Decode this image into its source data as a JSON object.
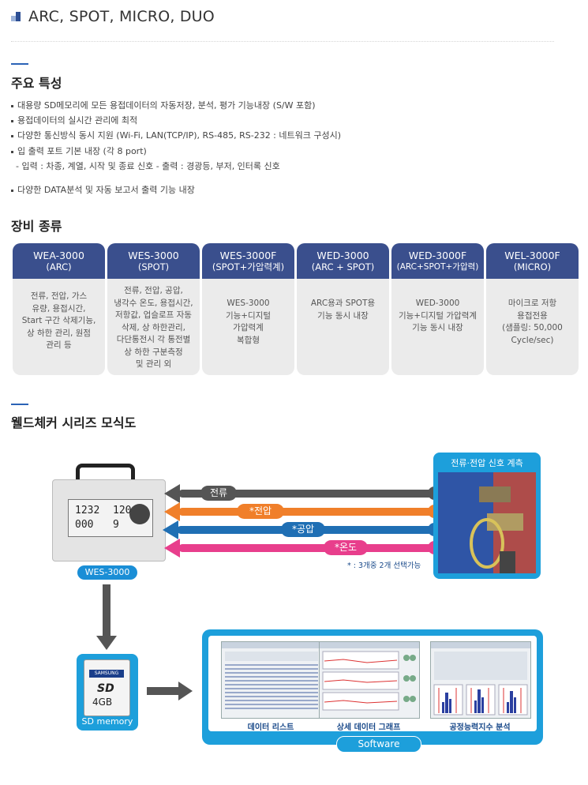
{
  "header": {
    "title": "ARC, SPOT, MICRO, DUO"
  },
  "features": {
    "title": "주요 특성",
    "items": [
      "대용량 SD메모리에 모든 용접데이터의 자동저장, 분석, 평가 기능내장 (S/W 포함)",
      "용접데이터의 실시간 관리에 최적",
      "다양한 통신방식 동시 지원 (Wi-Fi, LAN(TCP/IP), RS-485, RS-232 : 네트워크 구성시)",
      "입 출력 포트 기본 내장 (각 8 port)"
    ],
    "io_detail": "- 입력 : 차종, 계열, 시작 및 종료 신호 - 출력 : 경광등, 부저, 인터록 신호",
    "last_item": "다양한 DATA분석 및 자동 보고서 출력 기능 내장"
  },
  "equipment": {
    "title": "장비 종류",
    "cards": [
      {
        "model": "WEA-3000",
        "type": "(ARC)",
        "desc": "전류, 전압, 가스\n유량, 용접시간,\nStart 구간 삭제기능,\n상 하한 관리, 원점\n관리 등"
      },
      {
        "model": "WES-3000",
        "type": "(SPOT)",
        "desc": "전류, 전압, 공압,\n냉각수 온도, 용접시간,\n저항값, 업슬로프 자동\n삭제, 상 하한관리,\n다단통전시 각 통전별\n상 하한 구분측정\n및 관리 외"
      },
      {
        "model": "WES-3000F",
        "type": "(SPOT+가압력계)",
        "desc": "WES-3000\n기능+디지털\n가압력계\n복합형"
      },
      {
        "model": "WED-3000",
        "type": "(ARC + SPOT)",
        "desc": "ARC용과 SPOT용\n기능 동시 내장"
      },
      {
        "model": "WED-3000F",
        "type": "(ARC+SPOT+가압력)",
        "desc": "WED-3000\n기능+디지털 가압력계\n기능 동시 내장"
      },
      {
        "model": "WEL-3000F",
        "type": "(MICRO)",
        "desc": "마이크로 저항\n용접전용\n(샘플링: 50,000\nCycle/sec)"
      }
    ]
  },
  "diagram": {
    "title": "웰드체커 시리즈 모식도",
    "device_label": "WES-3000",
    "device_screen": {
      "line1": "1232",
      "line2": "120",
      "line3": "000",
      "line4": "9"
    },
    "signals": [
      {
        "label": "전류",
        "color": "#555555"
      },
      {
        "label": "*전압",
        "color": "#f07f2a"
      },
      {
        "label": "*공압",
        "color": "#1f6fb4"
      },
      {
        "label": "*온도",
        "color": "#e83e8c"
      }
    ],
    "photo_title": "전류·전압 신호 계측",
    "note": "* : 3개중 2개 선택가능",
    "sd_label": "SD memory",
    "sd_brand": "SAMSUNG",
    "sd_capacity": "4GB",
    "software_label": "Software",
    "screens": [
      "데이터 리스트",
      "상세 데이터 그래프",
      "공정능력지수 분석"
    ]
  }
}
